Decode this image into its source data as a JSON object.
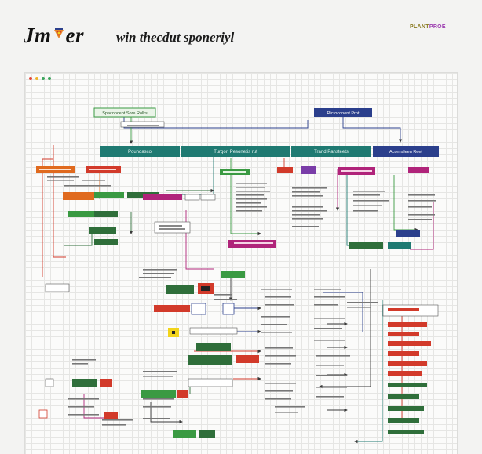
{
  "header": {
    "logo_text_left": "Jm",
    "logo_text_right": "er",
    "tagline": "win thecdut sponeriyl",
    "brand_tag_left": "PLANT",
    "brand_tag_right": "PROE"
  },
  "window_dots": [
    "#e4473a",
    "#f0b429",
    "#3ba55c",
    "#3ba55c"
  ],
  "colors": {
    "teal": "#1f7a72",
    "navy": "#2b3f8c",
    "orange": "#e06a1e",
    "red": "#d23a2a",
    "green": "#3a9a42",
    "dark_green": "#2f6e3a",
    "magenta": "#b0247a",
    "purple": "#7a3da8",
    "yellow": "#f2d41a"
  },
  "diagram": {
    "top_left_box": "Spaconcept Sore Rolks",
    "top_right_box": "Ricroconent Prot",
    "banner_1": "Poundasco",
    "banner_2": "Turgorl Pesonetis rut",
    "banner_3": "Trand Pansteets",
    "banner_4": "Aconnsleeu Reet"
  }
}
